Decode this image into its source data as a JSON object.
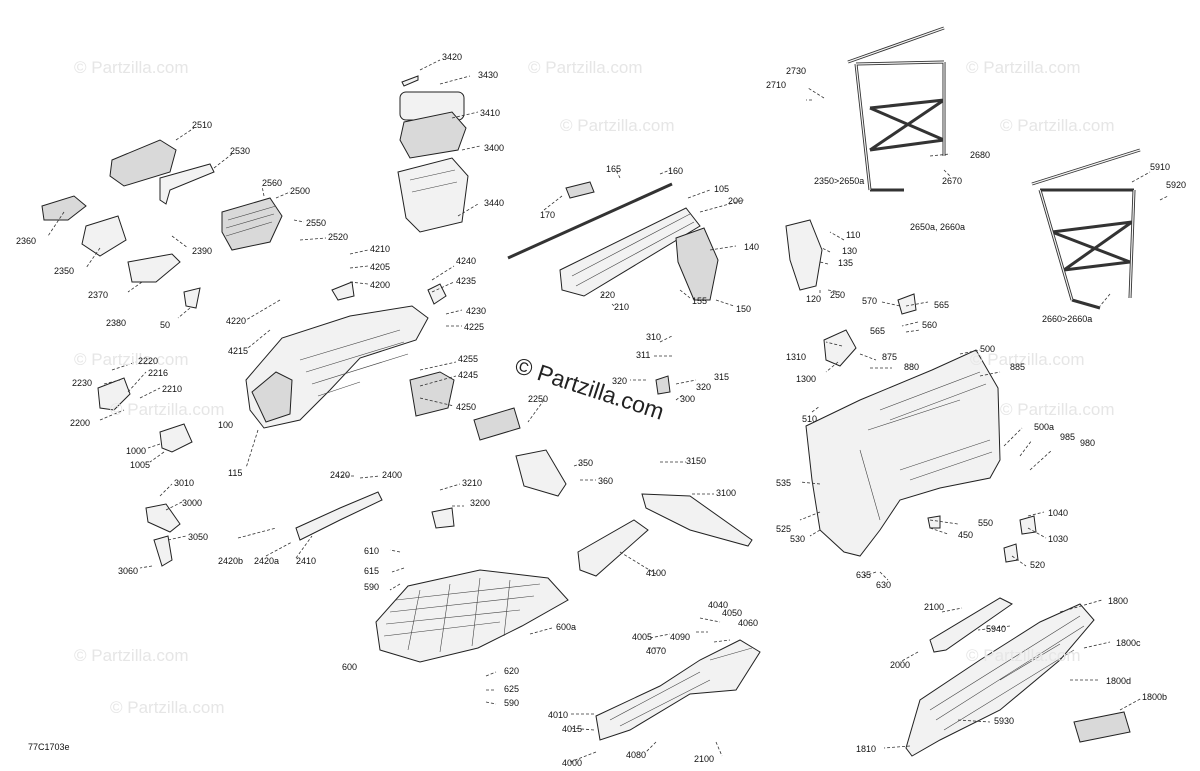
{
  "diagram": {
    "code": "77C1703e",
    "center_watermark": "© Partzilla.com",
    "watermarks": [
      "© Partzilla.com",
      "© Partzilla.com",
      "© Partzilla.com",
      "© Partzilla.com",
      "© Partzilla.com",
      "© Partzilla.com",
      "© Partzilla.com",
      "© Partzilla.com",
      "© Partzilla.com",
      "© Partzilla.com",
      "© Partzilla.com",
      "© Partzilla.com"
    ],
    "labels": [
      "3420",
      "3430",
      "3410",
      "3400",
      "3440",
      "2510",
      "2530",
      "2560",
      "2500",
      "2550",
      "2520",
      "2390",
      "2360",
      "2350",
      "2370",
      "2380",
      "50",
      "4210",
      "4205",
      "4200",
      "4240",
      "4235",
      "4230",
      "4225",
      "4220",
      "4215",
      "4255",
      "4245",
      "4250",
      "2230",
      "2220",
      "2216",
      "2210",
      "2200",
      "100",
      "115",
      "1000",
      "1005",
      "3010",
      "3000",
      "3050",
      "3060",
      "2420",
      "2400",
      "2420b",
      "2420a",
      "2410",
      "3210",
      "3200",
      "610",
      "615",
      "590",
      "600",
      "600a",
      "620",
      "625",
      "590",
      "165",
      "170",
      "160",
      "105",
      "200",
      "220",
      "210",
      "155",
      "150",
      "140",
      "310",
      "311",
      "320",
      "315",
      "320",
      "300",
      "2250",
      "350",
      "360",
      "3150",
      "3100",
      "4100",
      "4040",
      "4050",
      "4060",
      "4005",
      "4090",
      "4070",
      "4010",
      "4015",
      "4000",
      "4080",
      "2100",
      "2730",
      "2710",
      "2350>2650a",
      "2670",
      "2680",
      "5910",
      "5920",
      "2650a, 2660a",
      "2660>2660a",
      "110",
      "130",
      "135",
      "120",
      "250",
      "570",
      "565",
      "565",
      "560",
      "1310",
      "1300",
      "875",
      "880",
      "500",
      "885",
      "510",
      "500a",
      "985",
      "980",
      "535",
      "525",
      "530",
      "550",
      "450",
      "1040",
      "1030",
      "520",
      "635",
      "630",
      "2100",
      "1800",
      "5940",
      "1800c",
      "2000",
      "1800d",
      "1800b",
      "5930",
      "1810"
    ]
  }
}
